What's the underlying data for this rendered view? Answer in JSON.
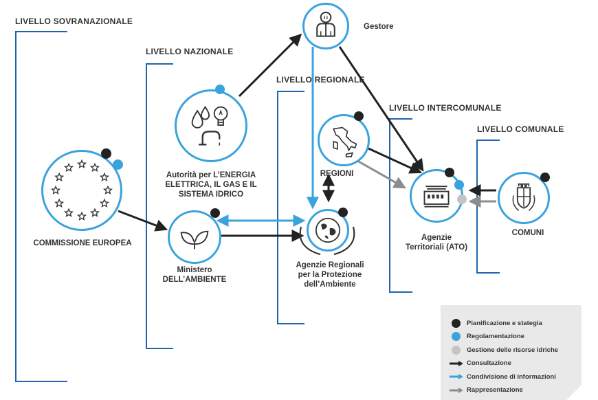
{
  "levels": {
    "sovranazionale": "LIVELLO SOVRANAZIONALE",
    "nazionale": "LIVELLO NAZIONALE",
    "regionale": "LIVELLO REGIONALE",
    "intercomunale": "LIVELLO INTERCOMUNALE",
    "comunale": "LIVELLO COMUNALE"
  },
  "nodes": {
    "gestore": {
      "label": "Gestore",
      "icon": "person-icon"
    },
    "commissione": {
      "label": "COMMISSIONE EUROPEA",
      "icon": "eu-stars-icon"
    },
    "autorita": {
      "line1": "Autorità per L’ENERGIA",
      "line2": "ELETTRICA, IL GAS E IL",
      "line3": "SISTEMA IDRICO",
      "icon": "utilities-icon"
    },
    "ministero": {
      "line1": "Ministero",
      "line2": "DELL’AMBIENTE",
      "icon": "leaves-icon"
    },
    "regioni": {
      "label": "REGIONI",
      "icon": "italy-map-icon"
    },
    "arpa": {
      "line1": "Agenzie Regionali",
      "line2": "per la Protezione",
      "line3": "dell’Ambiente",
      "icon": "globe-hands-icon"
    },
    "ato": {
      "line1": "Agenzie",
      "line2": "Territoriali (ATO)",
      "icon": "building-icon"
    },
    "comuni": {
      "label": "COMUNI",
      "icon": "coat-of-arms-icon"
    }
  },
  "legend": {
    "items": [
      {
        "label": "Pianificazione e stategia",
        "kind": "dot",
        "color": "#222222"
      },
      {
        "label": "Regolamentazione",
        "kind": "dot",
        "color": "#3aa3dd"
      },
      {
        "label": "Gestione delle risorse idriche",
        "kind": "dot",
        "color": "#c4c4c4"
      },
      {
        "label": "Consultazione",
        "kind": "arrow",
        "color": "#222222"
      },
      {
        "label": "Condivisione di informazioni",
        "kind": "arrow",
        "color": "#3aa3dd"
      },
      {
        "label": "Rappresentazione",
        "kind": "arrow",
        "color": "#8c8c8c"
      }
    ]
  },
  "colors": {
    "bracket": "#1f64ac",
    "accent": "#3aa3dd",
    "dark": "#222222",
    "gray": "#8c8c8c"
  }
}
